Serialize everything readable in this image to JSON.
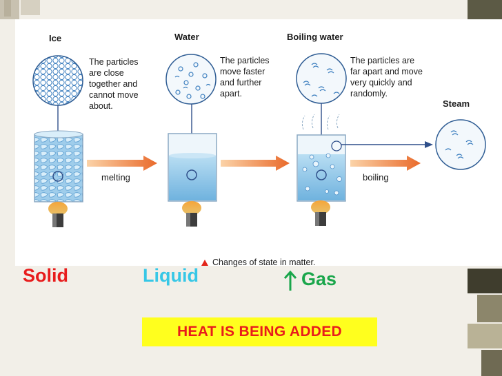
{
  "colors": {
    "solid": "#e81c1c",
    "liquid": "#36c7e6",
    "gas": "#1aa64b",
    "heat_bg": "#ffff1e",
    "heat_text": "#e81c1c",
    "arrow": "#ef7b3c",
    "water": "#8ec8ea"
  },
  "stages": [
    {
      "title": "Ice",
      "description": "The particles\nare close\ntogether and\ncannot move\nabout."
    },
    {
      "title": "Water",
      "description": "The particles\nmove faster\nand further\napart."
    },
    {
      "title": "Boiling water",
      "description": "The particles are\nfar apart and move\nvery quickly and\nrandomly."
    },
    {
      "title": "Steam",
      "description": ""
    }
  ],
  "transitions": {
    "melting": "melting",
    "boiling": "boiling"
  },
  "caption": "Changes of state in matter.",
  "states": {
    "solid": "Solid",
    "liquid": "Liquid",
    "gas": "Gas"
  },
  "heat_banner": "HEAT IS BEING ADDED"
}
